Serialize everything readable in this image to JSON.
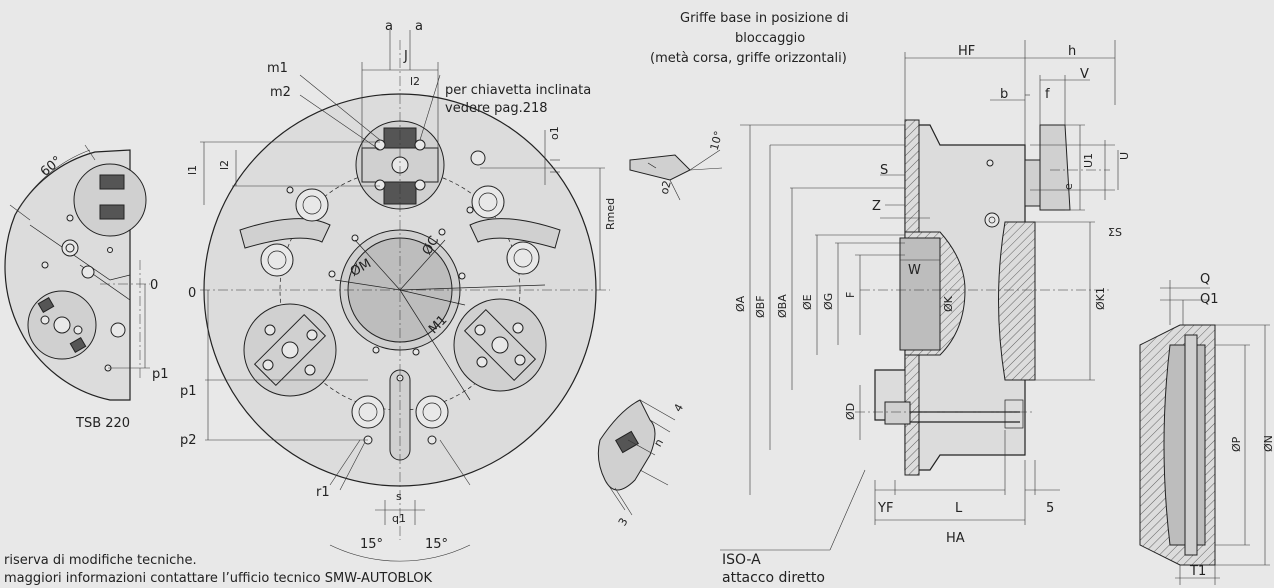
{
  "labels": {
    "clamp_title_1": "Griffe base in posizione di",
    "clamp_title_2": "bloccaggio",
    "clamp_title_3": "(metà corsa, griffe orizzontali)",
    "key_note_1": "per chiavetta inclinata",
    "key_note_2": "vedere pag.218",
    "tsb": "TSB 220",
    "iso_a": "ISO-A",
    "direct_attach": "attacco diretto",
    "footer_1": "riserva di modifiche tecniche.",
    "footer_2": "maggiori informazioni contattare l’ufficio tecnico SMW-AUTOBLOK"
  },
  "dims": {
    "a": "a",
    "J": "J",
    "l2": "l2",
    "l1": "l1",
    "m1": "m1",
    "m2": "m2",
    "o1": "o1",
    "o2": "o2",
    "deg10": "10°",
    "deg60": "60°",
    "deg15": "15°",
    "zero": "0",
    "p1": "p1",
    "p2": "p2",
    "r1": "r1",
    "s": "s",
    "q1": "q1",
    "Rmed": "Rmed",
    "M": "ØM",
    "C": "ØC",
    "M1": "M1",
    "n": "n",
    "four": "4",
    "three": "3",
    "HF": "HF",
    "h": "h",
    "V": "V",
    "b": "b",
    "f": "f",
    "U": "U",
    "U1": "U1",
    "e": "e",
    "S": "S",
    "Z": "Z",
    "W": "W",
    "K": "ØK",
    "K1": "ØK1",
    "A": "ØA",
    "BF": "ØBF",
    "BA": "ØBA",
    "E": "ØE",
    "G": "ØG",
    "F": "F",
    "D": "ØD",
    "YF": "YF",
    "L": "L",
    "five": "5",
    "HA": "HA",
    "sumS": "ΣS",
    "Q": "Q",
    "Q1": "Q1",
    "P": "ØP",
    "N": "ØN",
    "T1": "T1"
  }
}
